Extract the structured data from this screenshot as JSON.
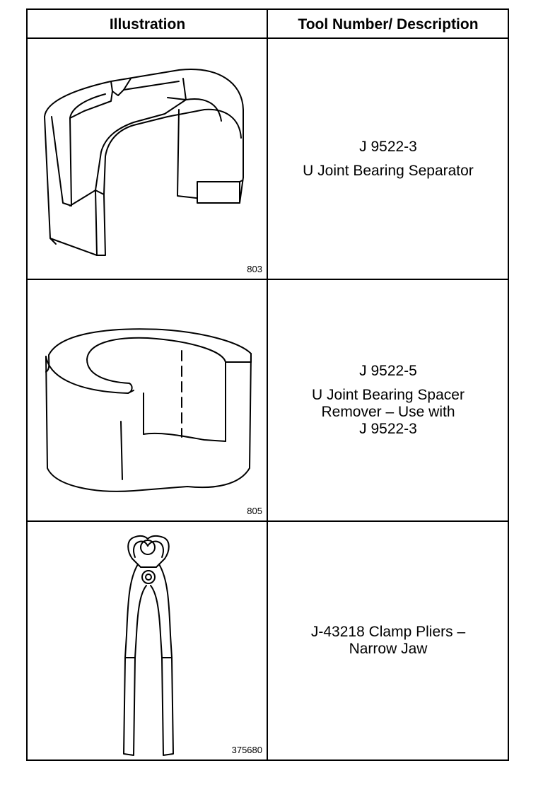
{
  "table": {
    "headers": {
      "illustration": "Illustration",
      "tool": "Tool Number/ Description"
    },
    "rows": [
      {
        "figure_number": "803",
        "figure_icon": "u-joint-bearing-separator-illustration",
        "lines": [
          "J 9522-3",
          "U Joint Bearing Separator"
        ]
      },
      {
        "figure_number": "805",
        "figure_icon": "u-joint-bearing-spacer-remover-illustration",
        "lines": [
          "J 9522-5",
          "U Joint Bearing Spacer",
          "Remover – Use with",
          "J 9522-3"
        ]
      },
      {
        "figure_number": "375680",
        "figure_icon": "clamp-pliers-illustration",
        "lines": [
          "J-43218 Clamp Pliers –",
          "Narrow Jaw"
        ]
      }
    ]
  }
}
